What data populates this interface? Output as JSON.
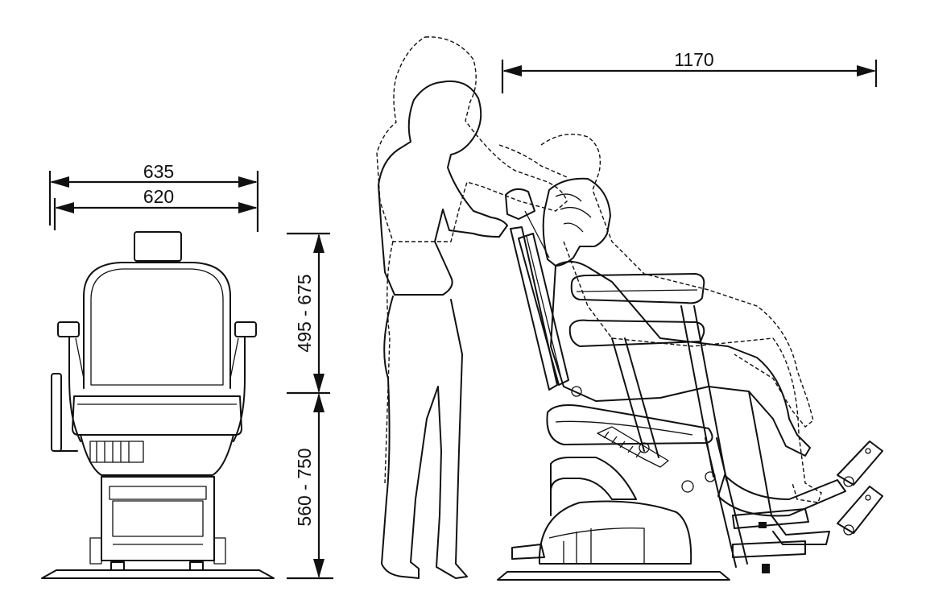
{
  "dimensions": {
    "width_outer": "635",
    "width_inner": "620",
    "backrest_height": "495 - 675",
    "seat_height": "560 - 750",
    "depth": "1170"
  }
}
